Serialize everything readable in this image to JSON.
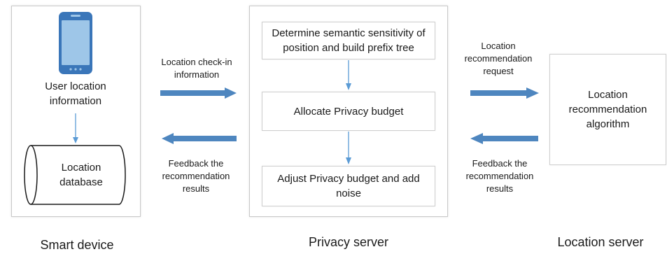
{
  "smart_device": {
    "caption": "Smart device",
    "user_info": "User location information",
    "database": "Location database"
  },
  "privacy_server": {
    "caption": "Privacy server",
    "step1": "Determine semantic sensitivity of position and build prefix tree",
    "step2": "Allocate Privacy budget",
    "step3": "Adjust Privacy budget and add noise"
  },
  "location_server": {
    "caption": "Location server",
    "algorithm": "Location recommendation algorithm"
  },
  "flows": {
    "checkin": "Location check-in information",
    "feedback_left": "Feedback the recommendation results",
    "request": "Location recommendation request",
    "feedback_right": "Feedback the recommendation results"
  },
  "colors": {
    "flow_arrow": "#4e86bf",
    "connector": "#5b9bd5",
    "phone_body": "#3a76b9",
    "phone_screen": "#9ec6e8"
  }
}
